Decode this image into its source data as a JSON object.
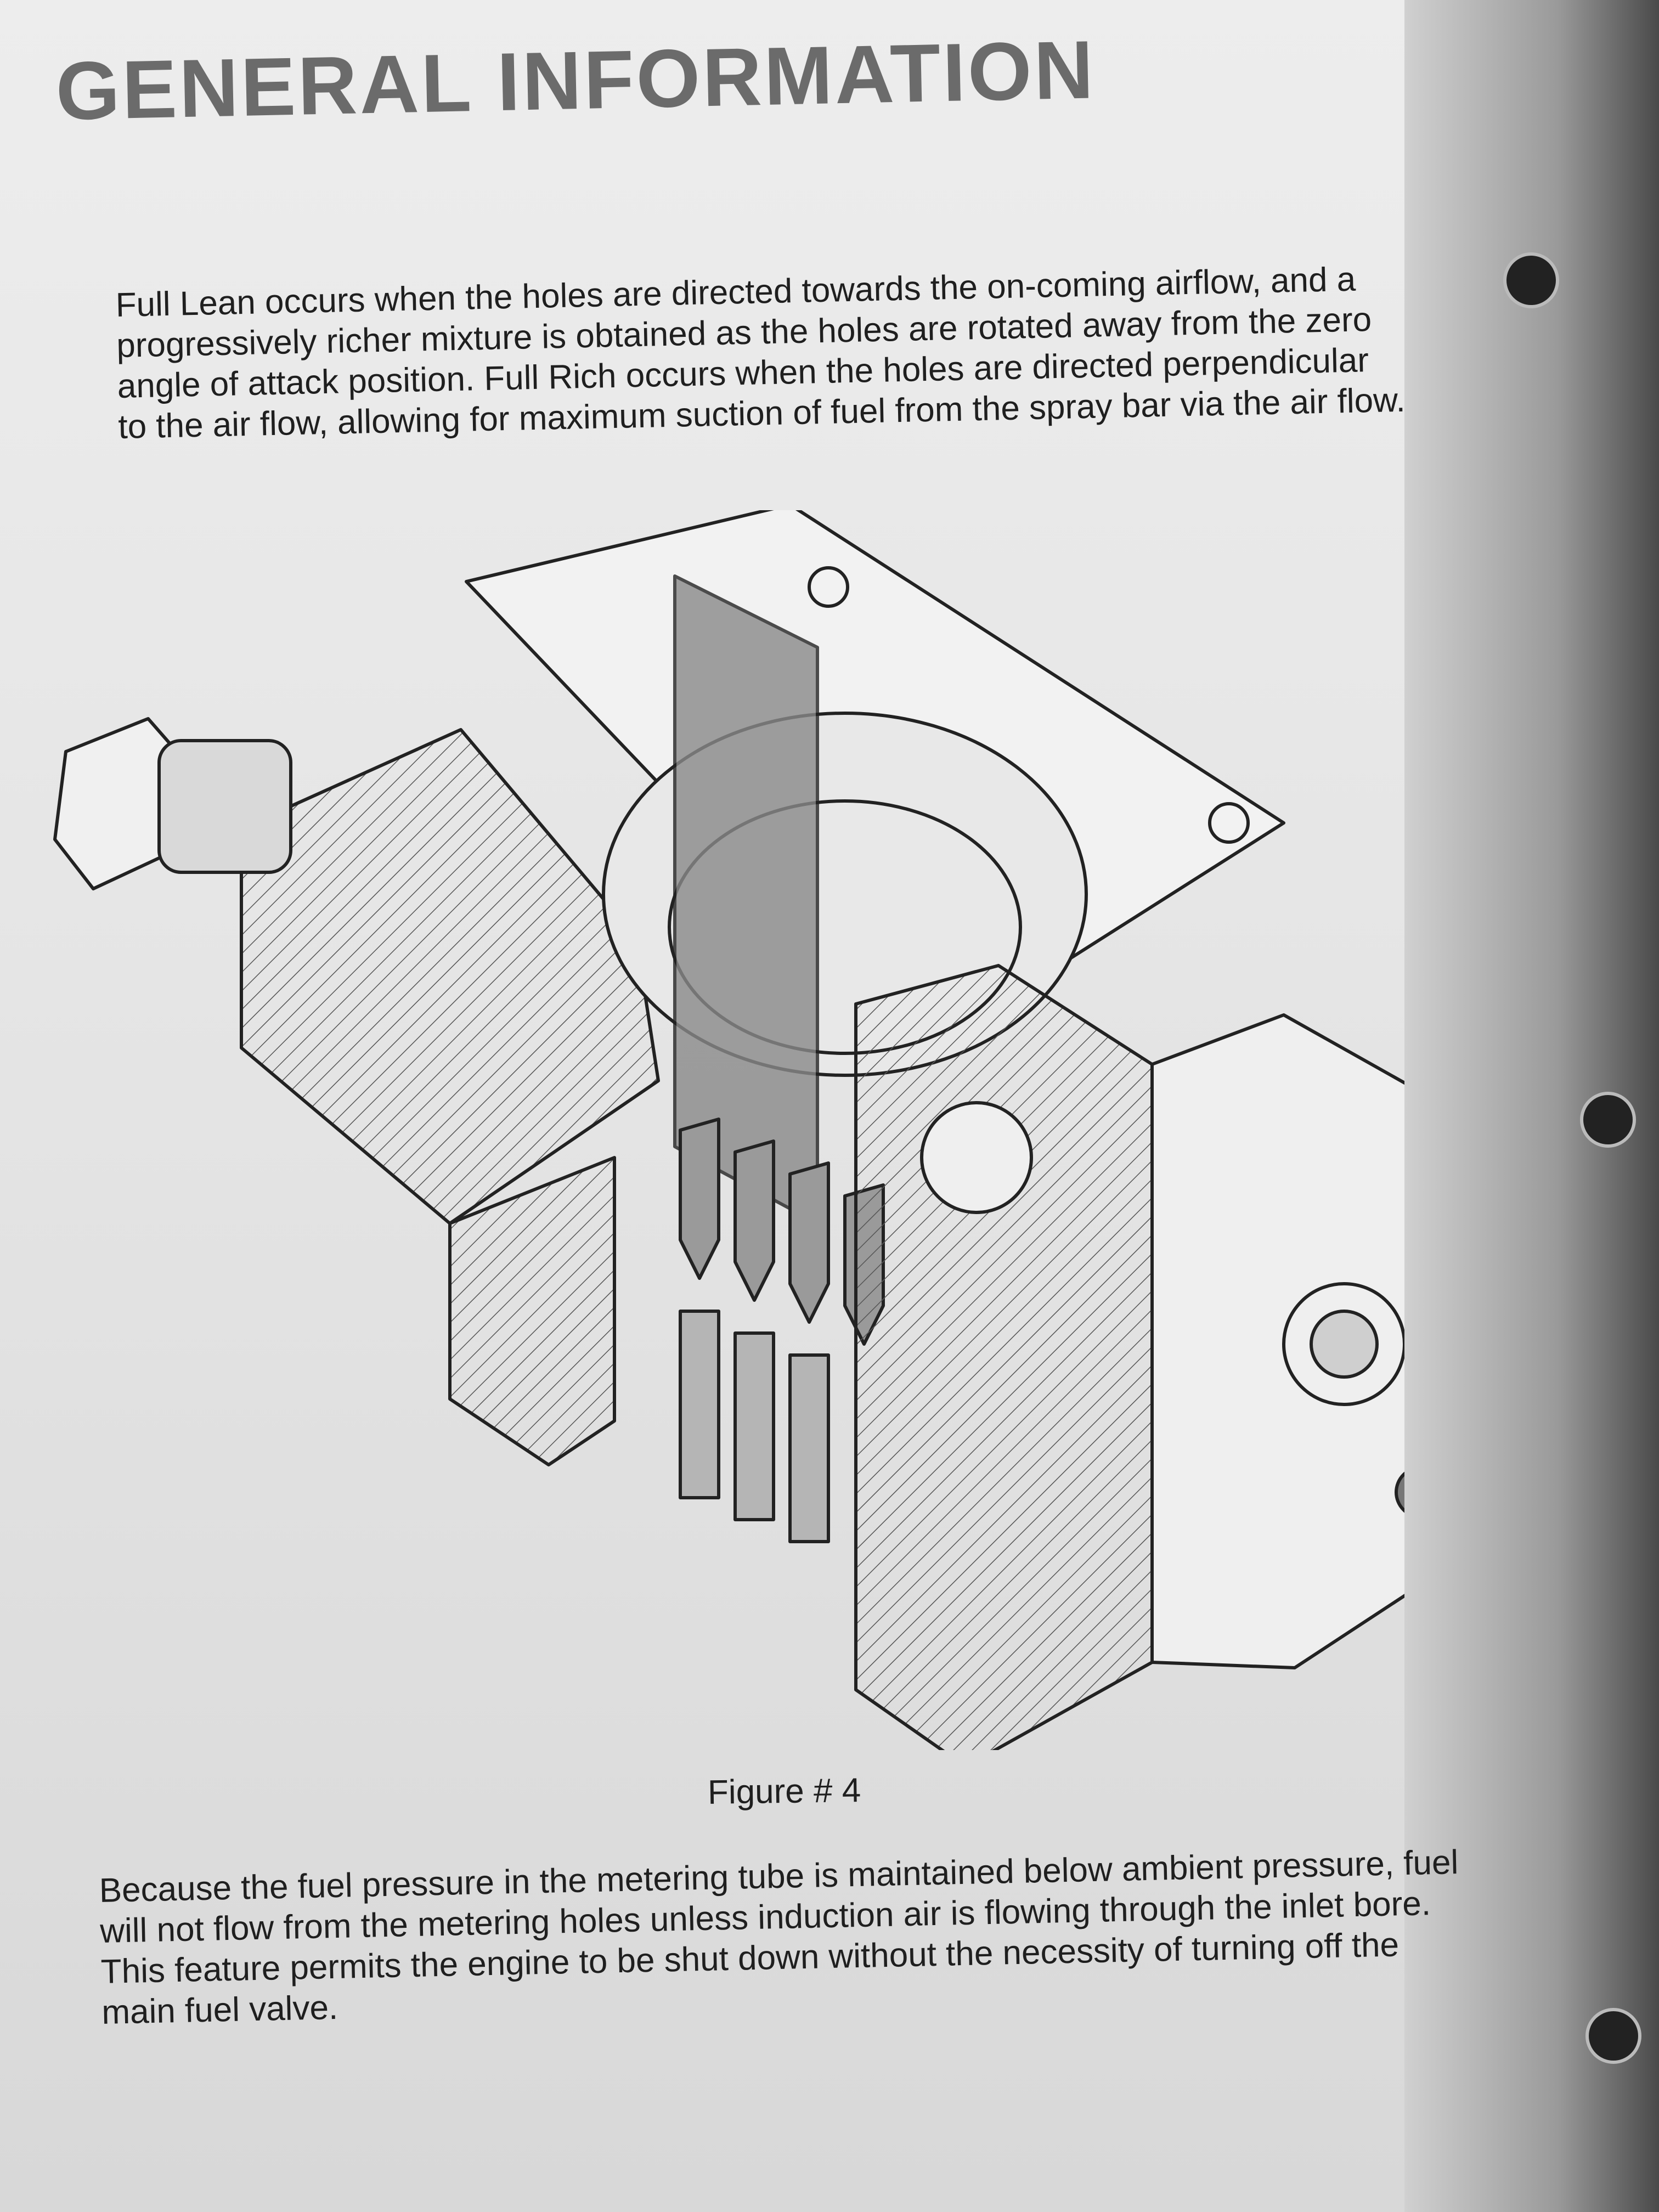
{
  "heading": "GENERAL INFORMATION",
  "paragraph_top": "Full Lean occurs when the holes are directed towards the on-coming airflow, and a progressively richer mixture is obtained as the holes are rotated away from the zero angle of attack position. Full Rich occurs when the holes are directed perpendicular to the air flow, allowing for maximum suction of fuel from the spray bar via the air flow.",
  "figure_caption": "Figure # 4",
  "paragraph_bottom": "Because the fuel pressure in the metering tube is maintained below ambient pressure, fuel will not flow from the metering holes unless induction air is flowing through the inlet bore. This feature permits the engine to be shut down without the necessity of turning off the main fuel valve.",
  "colors": {
    "paper": "#e8e8e8",
    "ink": "#1f1f1f",
    "heading": "#6b6b6b"
  },
  "figure_icon": "fuel-servo-cutaway-drawing"
}
